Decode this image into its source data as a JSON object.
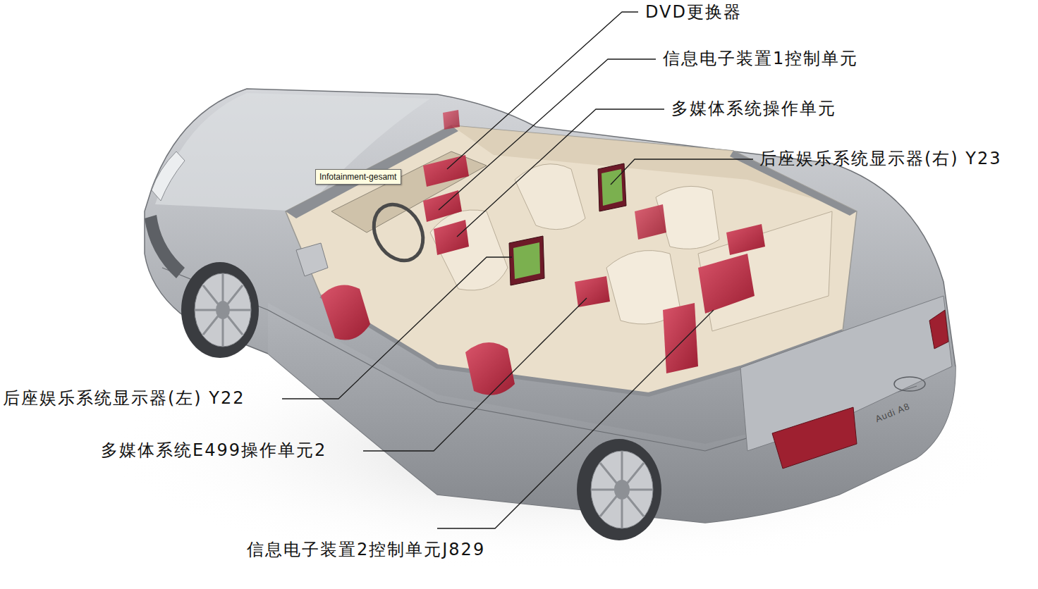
{
  "diagram": {
    "nodes": [
      {
        "text": [
          "Infotainment-gesamt"
        ]
      }
    ],
    "labels": [
      "DVD更换器",
      "信息电子装置1控制单元",
      "多媒体系统操作单元",
      "后座娱乐系统显示器(右) Y23",
      "后座娱乐系统显示器(左) Y22",
      "多媒体系统E499操作单元2",
      "信息电子装置2控制单元J829",
      "Audi A8"
    ]
  }
}
